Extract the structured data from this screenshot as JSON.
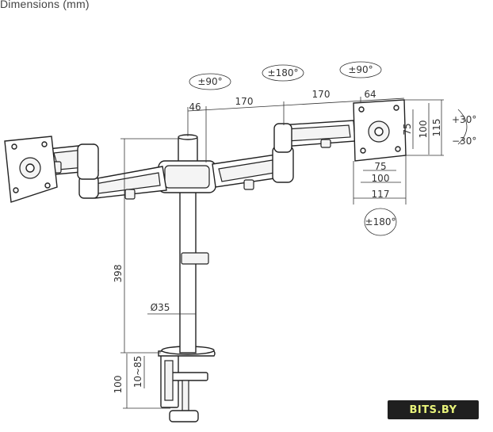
{
  "caption": "Dimensions (mm)",
  "dimensions": {
    "arm_offset": "46",
    "arm_left": "170",
    "arm_right": "170",
    "plate_offset": "64",
    "vesa_75_w": "75",
    "vesa_100_w": "100",
    "plate_w": "117",
    "vesa_75_h": "75",
    "vesa_100_h": "100",
    "plate_h": "115",
    "pole_height": "398",
    "pole_diameter": "Ø35",
    "clamp_range": "10~85",
    "clamp_height": "100"
  },
  "rotations": {
    "swivel_arm1": "±90°",
    "swivel_arm2": "±180°",
    "swivel_head": "±90°",
    "tilt_up": "+30°",
    "tilt_down": "−30°",
    "rotate": "±180°"
  },
  "watermark": "BITS.BY"
}
